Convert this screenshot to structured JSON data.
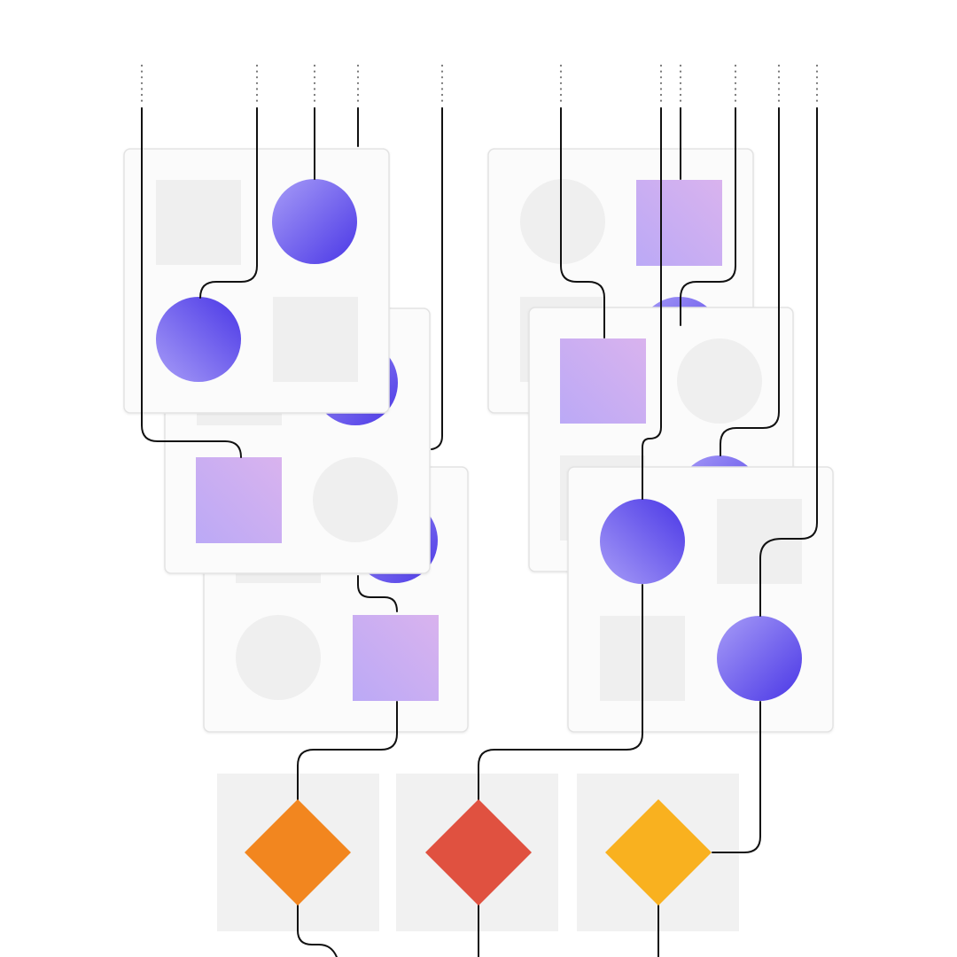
{
  "illustration": {
    "colors": {
      "background": "#ffffff",
      "card_fill": "#fbfbfb",
      "card_border": "#e3e3e3",
      "placeholder": "#efefef",
      "circle_light": "#a79cf7",
      "circle_dark": "#4a37e6",
      "square_light": "#bba9f6",
      "square_dark": "#d7b3ef",
      "line": "#111111",
      "diamond_orange": "#f2861f",
      "diamond_red": "#e05140",
      "diamond_yellow": "#f9b11f"
    },
    "cards": [
      {
        "name": "card-left-1",
        "cells": [
          "placeholder-square",
          "circle",
          "circle",
          "placeholder-square"
        ]
      },
      {
        "name": "card-left-2",
        "cells": [
          "placeholder-square",
          "circle",
          "square",
          "placeholder-circle"
        ]
      },
      {
        "name": "card-left-3",
        "cells": [
          "placeholder-square",
          "circle",
          "placeholder-circle",
          "square"
        ]
      },
      {
        "name": "card-right-1",
        "cells": [
          "placeholder-circle",
          "square",
          "placeholder-square",
          "circle"
        ]
      },
      {
        "name": "card-right-2",
        "cells": [
          "square",
          "placeholder-circle",
          "placeholder-square",
          "circle"
        ]
      },
      {
        "name": "card-right-3",
        "cells": [
          "circle",
          "placeholder-square",
          "placeholder-square",
          "circle"
        ]
      }
    ],
    "outputs": [
      {
        "name": "output-orange",
        "color": "diamond_orange"
      },
      {
        "name": "output-red",
        "color": "diamond_red"
      },
      {
        "name": "output-yellow",
        "color": "diamond_yellow"
      }
    ]
  }
}
